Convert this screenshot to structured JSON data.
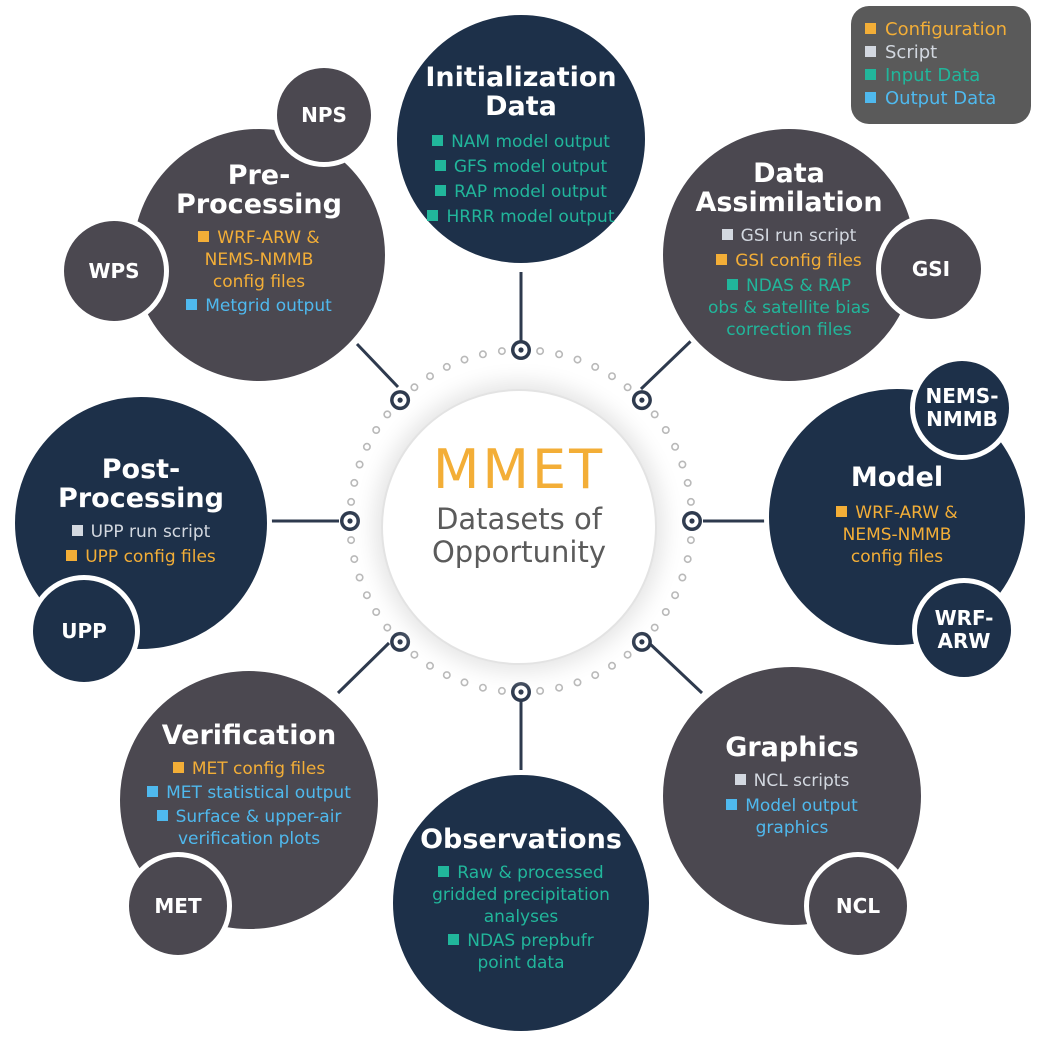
{
  "colors": {
    "navy": "#1d3049",
    "gray": "#4b4850",
    "configuration": "#f3ae37",
    "script": "#d3d8e0",
    "input_data": "#21b69b",
    "output_data": "#4fb9ee"
  },
  "center": {
    "title": "MMET",
    "subtitle_line1": "Datasets of",
    "subtitle_line2": "Opportunity"
  },
  "legend": {
    "items": [
      {
        "label": "Configuration",
        "kind": "config"
      },
      {
        "label": "Script",
        "kind": "script"
      },
      {
        "label": "Input Data",
        "kind": "input"
      },
      {
        "label": "Output Data",
        "kind": "output"
      }
    ]
  },
  "nodes": {
    "initialization": {
      "title_line1": "Initialization",
      "title_line2": "Data",
      "items": [
        {
          "text": "NAM model output",
          "kind": "input"
        },
        {
          "text": "GFS model output",
          "kind": "input"
        },
        {
          "text": "RAP model output",
          "kind": "input"
        },
        {
          "text": "HRRR model output",
          "kind": "input"
        }
      ]
    },
    "preprocessing": {
      "title_line1": "Pre-",
      "title_line2": "Processing",
      "items": [
        {
          "line1": "WRF-ARW &",
          "line2": "NEMS-NMMB",
          "line3": "config files",
          "kind": "config"
        },
        {
          "text": "Metgrid output",
          "kind": "output"
        }
      ],
      "tools": [
        "NPS",
        "WPS"
      ]
    },
    "assimilation": {
      "title_line1": "Data",
      "title_line2": "Assimilation",
      "items": [
        {
          "text": "GSI run script",
          "kind": "script"
        },
        {
          "text": "GSI config files",
          "kind": "config"
        },
        {
          "line1": "NDAS & RAP",
          "line2": "obs & satellite bias",
          "line3": "correction files",
          "kind": "input"
        }
      ],
      "tools": [
        "GSI"
      ]
    },
    "postprocessing": {
      "title_line1": "Post-",
      "title_line2": "Processing",
      "items": [
        {
          "text": "UPP run script",
          "kind": "script"
        },
        {
          "text": "UPP config files",
          "kind": "config"
        }
      ],
      "tools": [
        "UPP"
      ]
    },
    "model": {
      "title": "Model",
      "items": [
        {
          "line1": "WRF-ARW &",
          "line2": "NEMS-NMMB",
          "line3": "config files",
          "kind": "config"
        }
      ],
      "tools": [
        {
          "line1": "NEMS-",
          "line2": "NMMB"
        },
        {
          "line1": "WRF-",
          "line2": "ARW"
        }
      ]
    },
    "verification": {
      "title": "Verification",
      "items": [
        {
          "text": "MET config files",
          "kind": "config"
        },
        {
          "text": "MET statistical output",
          "kind": "output"
        },
        {
          "line1": "Surface & upper-air",
          "line2": "verification plots",
          "kind": "output"
        }
      ],
      "tools": [
        "MET"
      ]
    },
    "observations": {
      "title": "Observations",
      "items": [
        {
          "line1": "Raw & processed",
          "line2": "gridded precipitation",
          "line3": "analyses",
          "kind": "input"
        },
        {
          "line1": "NDAS prepbufr",
          "line2": "point data",
          "kind": "input"
        }
      ]
    },
    "graphics": {
      "title": "Graphics",
      "items": [
        {
          "text": "NCL scripts",
          "kind": "script"
        },
        {
          "line1": "Model output",
          "line2": "graphics",
          "kind": "output"
        }
      ],
      "tools": [
        "NCL"
      ]
    }
  }
}
